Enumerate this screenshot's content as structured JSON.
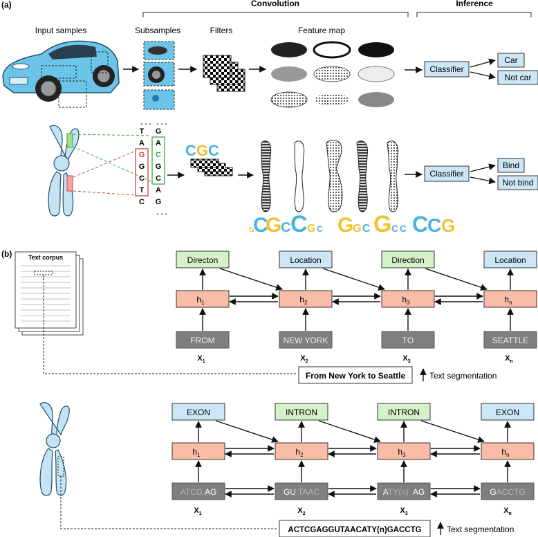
{
  "colors": {
    "blue": "#cde6f5",
    "green": "#d5f1c9",
    "salmon": "#f9bca6",
    "gray": "#7f7f7f",
    "car_blue": "#6cc5e9",
    "chrom_blue": "#c5e3f5",
    "red": "#c8463c",
    "green_seq": "#3aa83a"
  },
  "panel_a": {
    "label": "(a)",
    "section_convolution": "Convolution",
    "section_inference": "Inference",
    "headers": {
      "input": "Input samples",
      "subsamples": "Subsamples",
      "filters": "Filters",
      "feature_map": "Feature map"
    },
    "car_row": {
      "classifier": "Classifier",
      "outputs": [
        "Car",
        "Not car"
      ]
    },
    "dna_row": {
      "ellipsis": "...",
      "seq_left": [
        "T",
        "A",
        "G",
        "G",
        "C",
        "T",
        "C"
      ],
      "seq_right": [
        "G",
        "A",
        "C",
        "G",
        "C",
        "A",
        "G"
      ],
      "motif": [
        "C",
        "G",
        "C"
      ],
      "classifier": "Classifier",
      "outputs": [
        "Bind",
        "Not bind"
      ]
    }
  },
  "panel_b": {
    "label": "(b)",
    "corpus_title": "Text corpus",
    "text_row": {
      "outputs": [
        "Directon",
        "Location",
        "Direction",
        "Location"
      ],
      "hidden": [
        "h",
        "h",
        "h",
        "h"
      ],
      "hidden_sub": [
        "1",
        "2",
        "3",
        "n"
      ],
      "inputs": [
        "FROM",
        "NEW YORK",
        "TO",
        "SEATTLE"
      ],
      "x_labels": [
        "X",
        "X",
        "X",
        "X"
      ],
      "x_subs": [
        "1",
        "2",
        "3",
        "n"
      ],
      "sentence": "From New York to Seattle",
      "segmentation": "Text segmentation"
    },
    "gene_row": {
      "outputs": [
        "EXON",
        "INTRON",
        "INTRON",
        "EXON"
      ],
      "hidden": [
        "h",
        "h",
        "h",
        "h"
      ],
      "hidden_sub": [
        "1",
        "2",
        "3",
        "n"
      ],
      "inputs": [
        {
          "dim": "ATCG",
          "bright": "AG"
        },
        {
          "bright": "GU",
          "dim": "TAAC"
        },
        {
          "bright": "A",
          "dim": "TY(n)",
          "bright2": "AG"
        },
        {
          "bright": "G",
          "dim": "ACCTG"
        }
      ],
      "x_labels": [
        "X",
        "X",
        "X",
        "X"
      ],
      "x_subs": [
        "1",
        "2",
        "3",
        "n"
      ],
      "sentence": "ACTCGAGGUTAACATY(n)GACCTG",
      "segmentation": "Text segmentation"
    }
  }
}
